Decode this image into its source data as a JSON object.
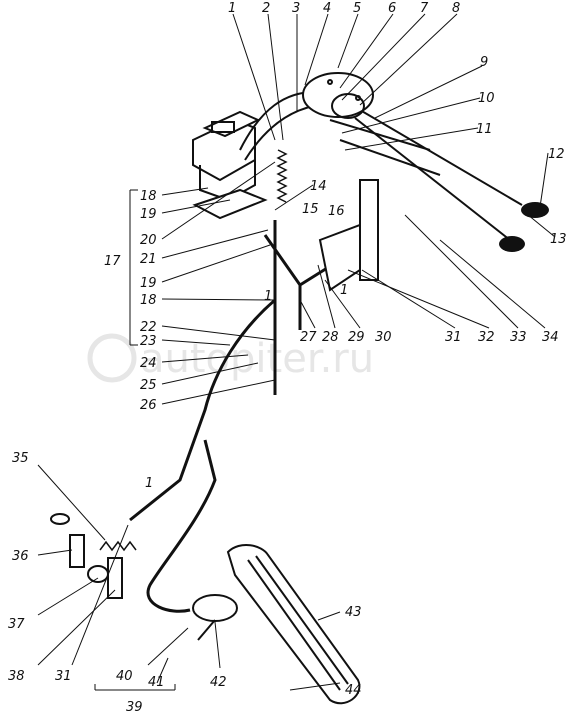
{
  "callouts": {
    "n1": "1",
    "n2": "2",
    "n3": "3",
    "n4": "4",
    "n5": "5",
    "n6": "6",
    "n7": "7",
    "n8": "8",
    "n9": "9",
    "n10": "10",
    "n11": "11",
    "n12": "12",
    "n13": "13",
    "n14": "14",
    "n15": "15",
    "n16": "16",
    "n17": "17",
    "n18a": "18",
    "n19a": "19",
    "n20": "20",
    "n21": "21",
    "n19b": "19",
    "n18b": "18",
    "n22": "22",
    "n23": "23",
    "n24": "24",
    "n25": "25",
    "n26": "26",
    "n27": "27",
    "n28": "28",
    "n29": "29",
    "n30": "30",
    "n31a": "31",
    "n32": "32",
    "n33": "33",
    "n34": "34",
    "n35": "35",
    "n36": "36",
    "n37": "37",
    "n38": "38",
    "n31b": "31",
    "n40": "40",
    "n41": "41",
    "n42": "42",
    "n43": "43",
    "n44": "44",
    "n39": "39",
    "n1a": "1",
    "n1b": "1",
    "n1c": "1"
  },
  "watermark": "autopiter.ru"
}
